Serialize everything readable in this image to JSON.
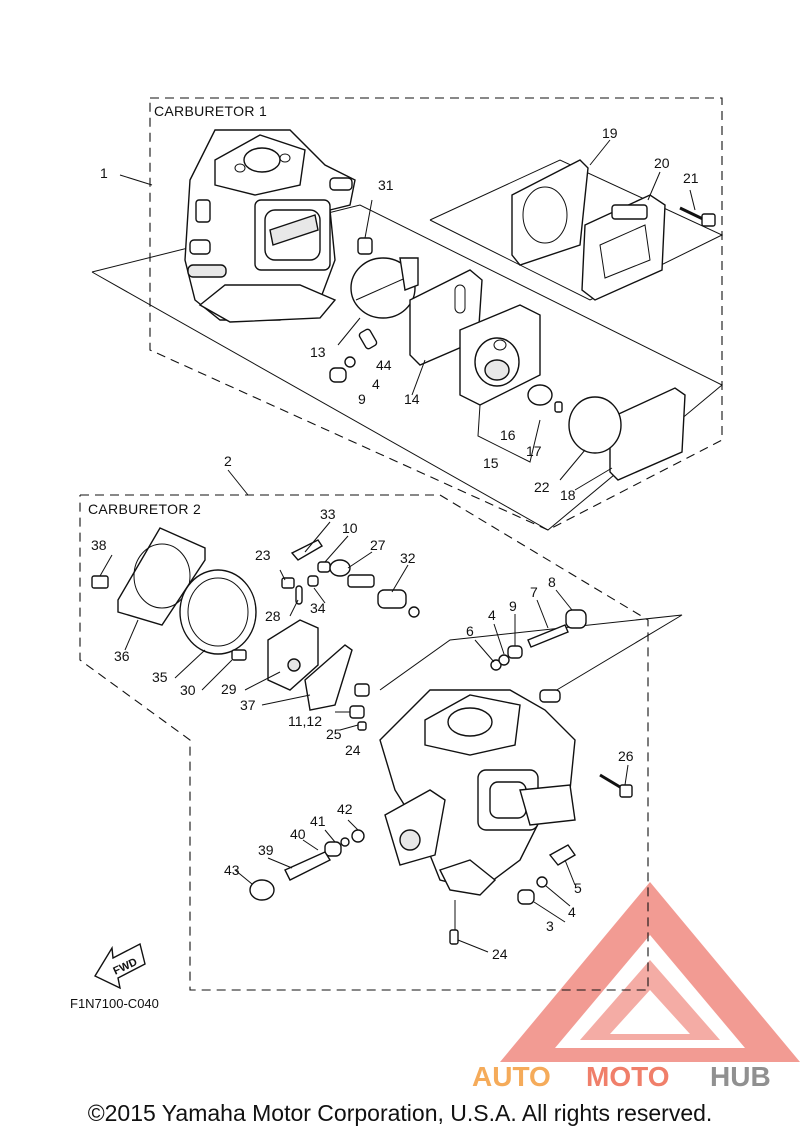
{
  "sections": {
    "carb1_label": "CARBURETOR 1",
    "carb2_label": "CARBURETOR 2"
  },
  "callouts": {
    "c1": "1",
    "c2": "2",
    "c3": "3",
    "c4a": "4",
    "c4b": "4",
    "c4c": "4",
    "c5": "5",
    "c6": "6",
    "c7": "7",
    "c8": "8",
    "c9a": "9",
    "c9b": "9",
    "c10": "10",
    "c1112": "11,12",
    "c13": "13",
    "c14": "14",
    "c15": "15",
    "c16": "16",
    "c17": "17",
    "c18": "18",
    "c19": "19",
    "c20": "20",
    "c21": "21",
    "c22": "22",
    "c23": "23",
    "c24a": "24",
    "c24b": "24",
    "c25": "25",
    "c26": "26",
    "c27": "27",
    "c28": "28",
    "c29": "29",
    "c30": "30",
    "c31": "31",
    "c32": "32",
    "c33": "33",
    "c34": "34",
    "c35": "35",
    "c36": "36",
    "c37": "37",
    "c38": "38",
    "c39": "39",
    "c40": "40",
    "c41": "41",
    "c42": "42",
    "c43": "43",
    "c44": "44"
  },
  "fwd_label": "FWD",
  "diagram_ref": "F1N7100-C040",
  "watermark": {
    "part1": "AUTO",
    "part2": "MOTO",
    "part3": "HUB",
    "color_triangle": "#f08a80",
    "color_auto": "#f5ab5a",
    "color_hub": "#909090"
  },
  "copyright": "©2015 Yamaha Motor Corporation, U.S.A. All rights reserved."
}
